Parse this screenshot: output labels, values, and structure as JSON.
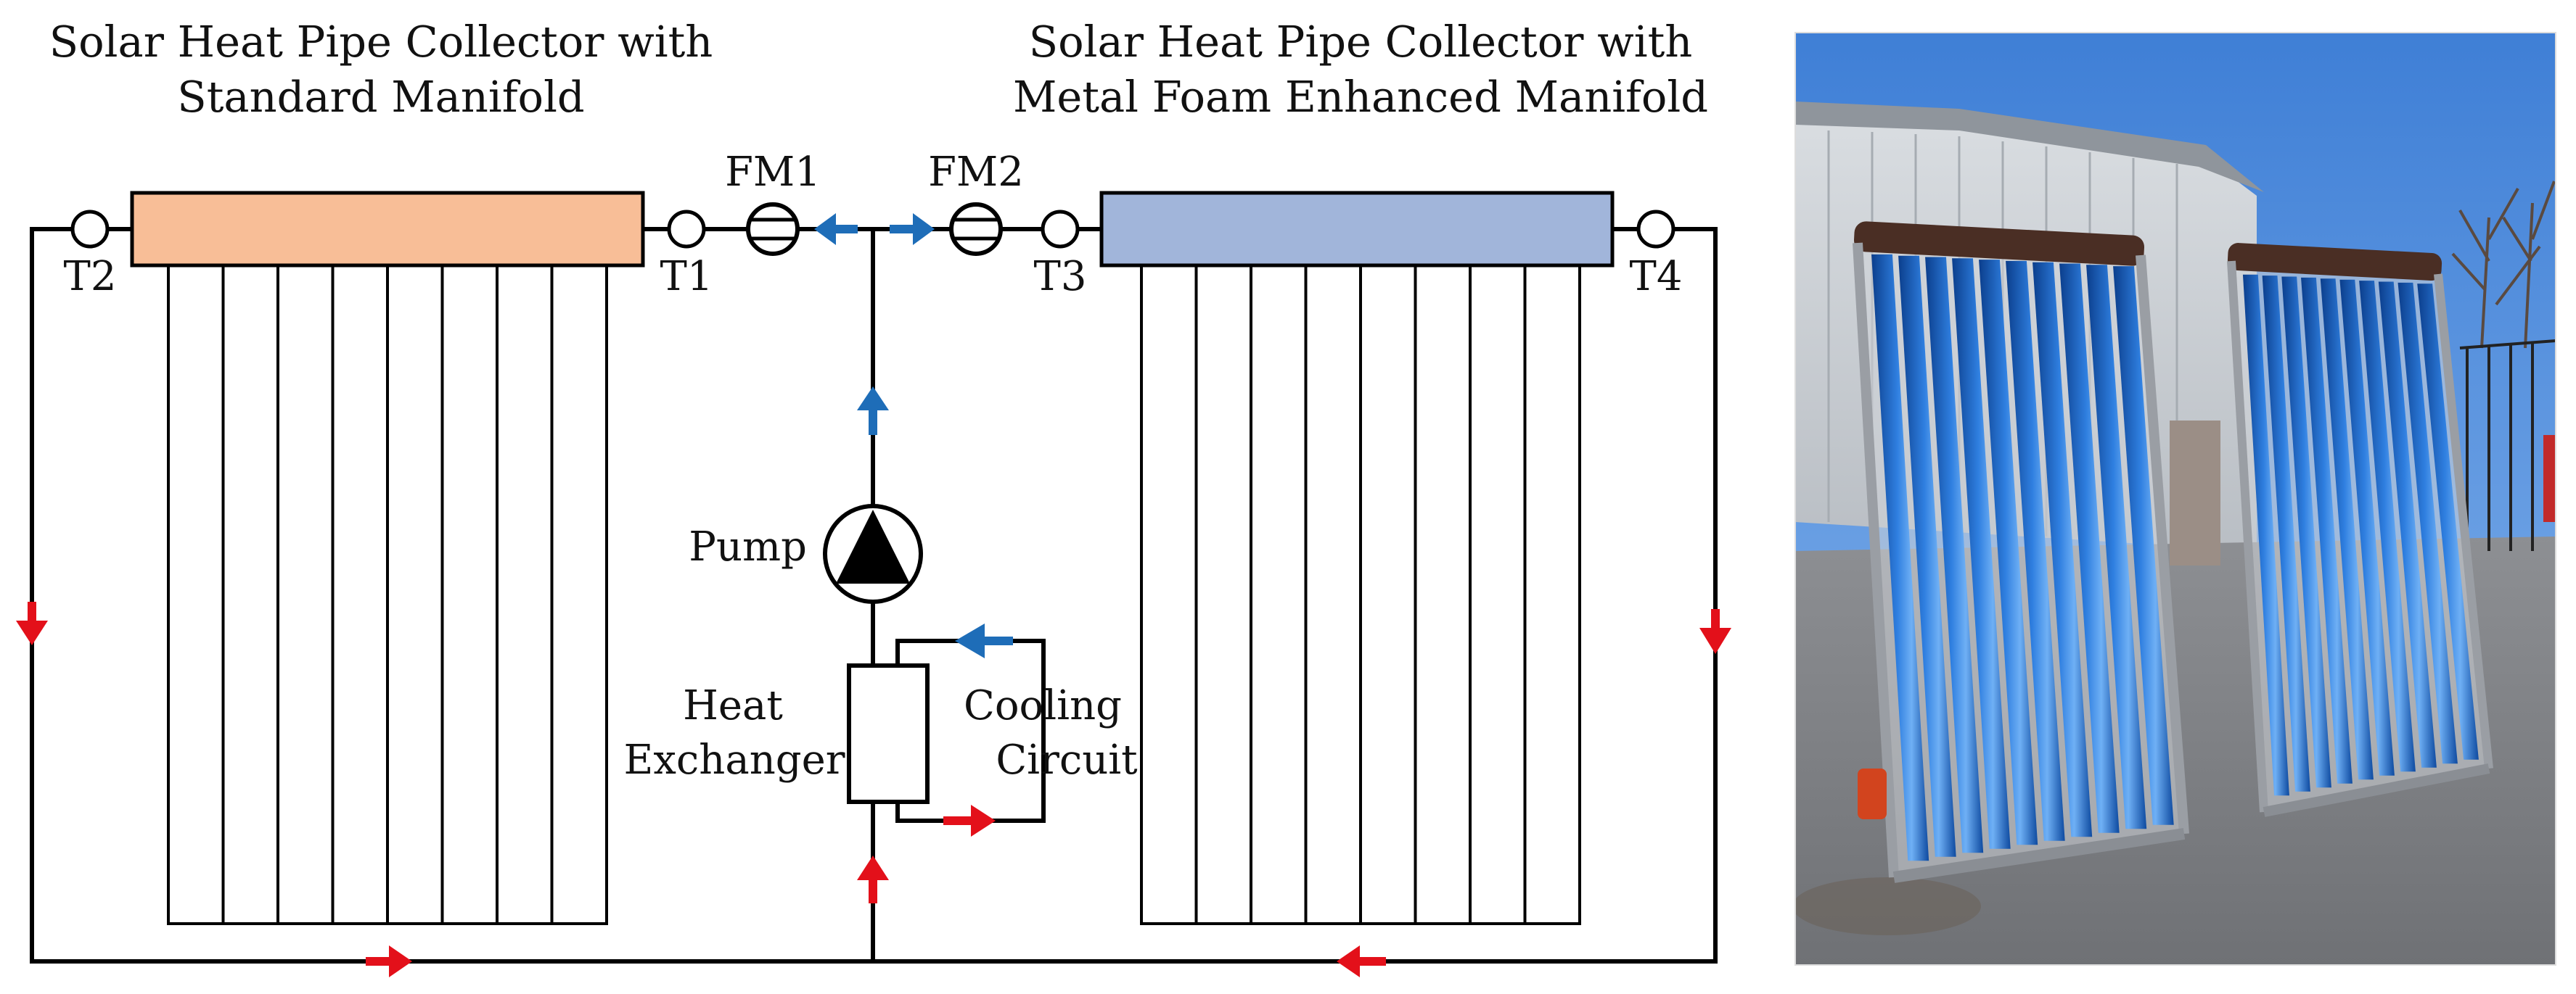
{
  "diagram": {
    "titles": {
      "left_line1": "Solar Heat Pipe Collector with",
      "left_line2": "Standard Manifold",
      "right_line1": "Solar Heat Pipe Collector with",
      "right_line2": "Metal Foam Enhanced Manifold"
    },
    "sensors": {
      "t1": "T1",
      "t2": "T2",
      "t3": "T3",
      "t4": "T4",
      "fm1": "FM1",
      "fm2": "FM2"
    },
    "components": {
      "pump": "Pump",
      "hx_line1": "Heat",
      "hx_line2": "Exchanger",
      "cooling_line1": "Cooling",
      "cooling_line2": "Circuit"
    },
    "tube_count_per_collector": 8,
    "colors": {
      "standard_manifold": "#F8BE97",
      "foam_manifold": "#A1B5DA",
      "cold_flow_arrow": "#1E6DB8",
      "hot_flow_arrow": "#E3101A",
      "pipe": "#000000"
    }
  },
  "photo": {
    "description_icon": "solar-collectors-photo"
  }
}
